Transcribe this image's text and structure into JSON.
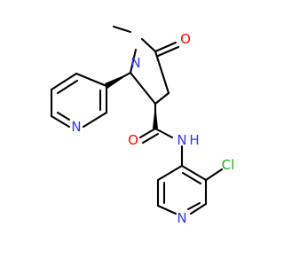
{
  "structure": {
    "atom_labels": {
      "n_pyrrolidine": "N",
      "o_lactam": "O",
      "n_pyridine_top": "N",
      "o_amide": "O",
      "n_amide": "N",
      "h_amide": "H",
      "cl": "Cl",
      "n_pyridine_bottom": "N"
    }
  },
  "colors": {
    "bond": "#000000",
    "carbon_text": "#000000",
    "nitrogen": "#3333ff",
    "oxygen": "#ff0000",
    "chlorine": "#22aa22"
  }
}
